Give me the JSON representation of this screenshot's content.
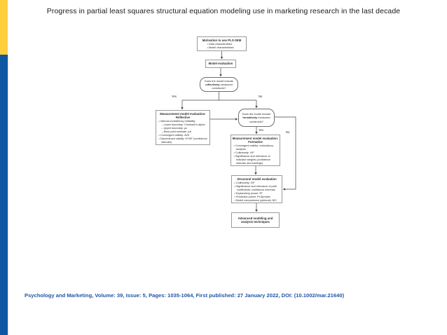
{
  "page": {
    "title": "Progress in partial least squares structural equation modeling use in marketing research in the last decade",
    "citation": "Psychology and Marketing, Volume: 39, Issue: 5, Pages: 1035-1064, First published: 27 January 2022, DOI: (10.1002/mar.21640)"
  },
  "colors": {
    "sidebar_yellow": "#FFCE3C",
    "sidebar_blue": "#0F57A3",
    "citation_blue": "#2456A4",
    "box_border_gray": "#9a9a9a",
    "connector_gray": "#444444"
  },
  "flowchart": {
    "motivation": {
      "title": "Motivation to use PLS-SEM",
      "items": [
        {
          "text": "Data characteristics"
        },
        {
          "text": "Model characteristics"
        }
      ]
    },
    "model_evaluation": {
      "title": "Model evaluation"
    },
    "decision_reflective": {
      "pre": "Does the model include ",
      "emph": "reflectively",
      "post": " measured constructs?"
    },
    "decision_formative": {
      "pre": "Does the model include ",
      "emph": "formatively",
      "post": " measured constructs?"
    },
    "reflective": {
      "title_line1": "Measurement model evaluation:",
      "title_line2": "Reflective",
      "items": [
        {
          "text": "Internal consistency reliability:"
        },
        {
          "text": "Lower boundary: Cronbach's alpha"
        },
        {
          "text": "Upper boundary: ρc"
        },
        {
          "text": "Best-point estimate: ρA"
        },
        {
          "text": "Convergent validity: AVE"
        },
        {
          "text": "Discriminant validity: HTMT (confidence intervals)"
        }
      ]
    },
    "formative": {
      "title_line1": "Measurement model evaluation:",
      "title_line2": "Formative",
      "items": [
        {
          "text": "Convergent validity: redundancy analysis"
        },
        {
          "text": "Collinearity: VIF"
        },
        {
          "text": "Significance and relevance of indicator weights (confidence intervals and loadings)"
        }
      ]
    },
    "structural": {
      "title": "Structural model evaluation",
      "items": [
        {
          "text": "Collinearity: VIF"
        },
        {
          "text": "Significance and relevance of path coefficients: confidence intervals"
        },
        {
          "text": "Explanatory power: R²"
        },
        {
          "text": "Predictive power: PLSpredict"
        },
        {
          "text": "Model comparisons (optional): BIC"
        }
      ]
    },
    "advanced": {
      "title": "Advanced modeling and analysis techniques"
    },
    "labels": {
      "yes1": "Yes",
      "no1": "No",
      "yes2": "Yes",
      "no2": "No"
    }
  }
}
